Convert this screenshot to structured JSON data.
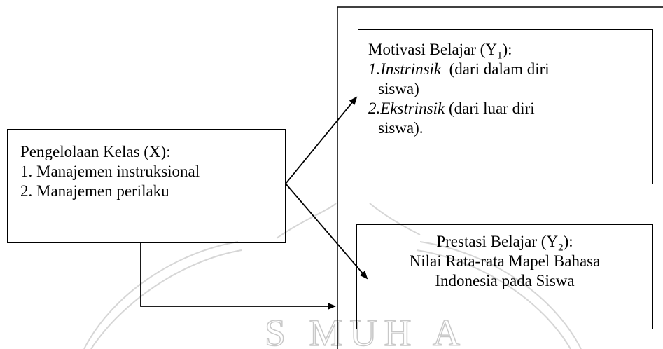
{
  "watermark": {
    "text": "S MUH A"
  },
  "box_x": {
    "title": "Pengelolaan Kelas (X):",
    "items": [
      "1. Manajemen instruksional",
      "2. Manajemen perilaku"
    ]
  },
  "box_y1": {
    "title_main": "Motivasi Belajar (Y",
    "title_sub": "1",
    "title_end": "):",
    "item1_num": "1.",
    "item1_term": "Instrinsik",
    "item1_rest": "  (dari dalam diri",
    "item1_cont": "siswa)",
    "item2_num": "2.",
    "item2_term": "Ekstrinsik",
    "item2_rest": " (dari luar diri",
    "item2_cont": "siswa)."
  },
  "box_y2": {
    "title_main": "Prestasi Belajar (Y",
    "title_sub": "2",
    "title_end": "):",
    "line2": "Nilai Rata-rata Mapel Bahasa",
    "line3": "Indonesia pada Siswa"
  },
  "colors": {
    "line": "#000000",
    "watermark": "#c8c8c8",
    "background": "#ffffff"
  }
}
